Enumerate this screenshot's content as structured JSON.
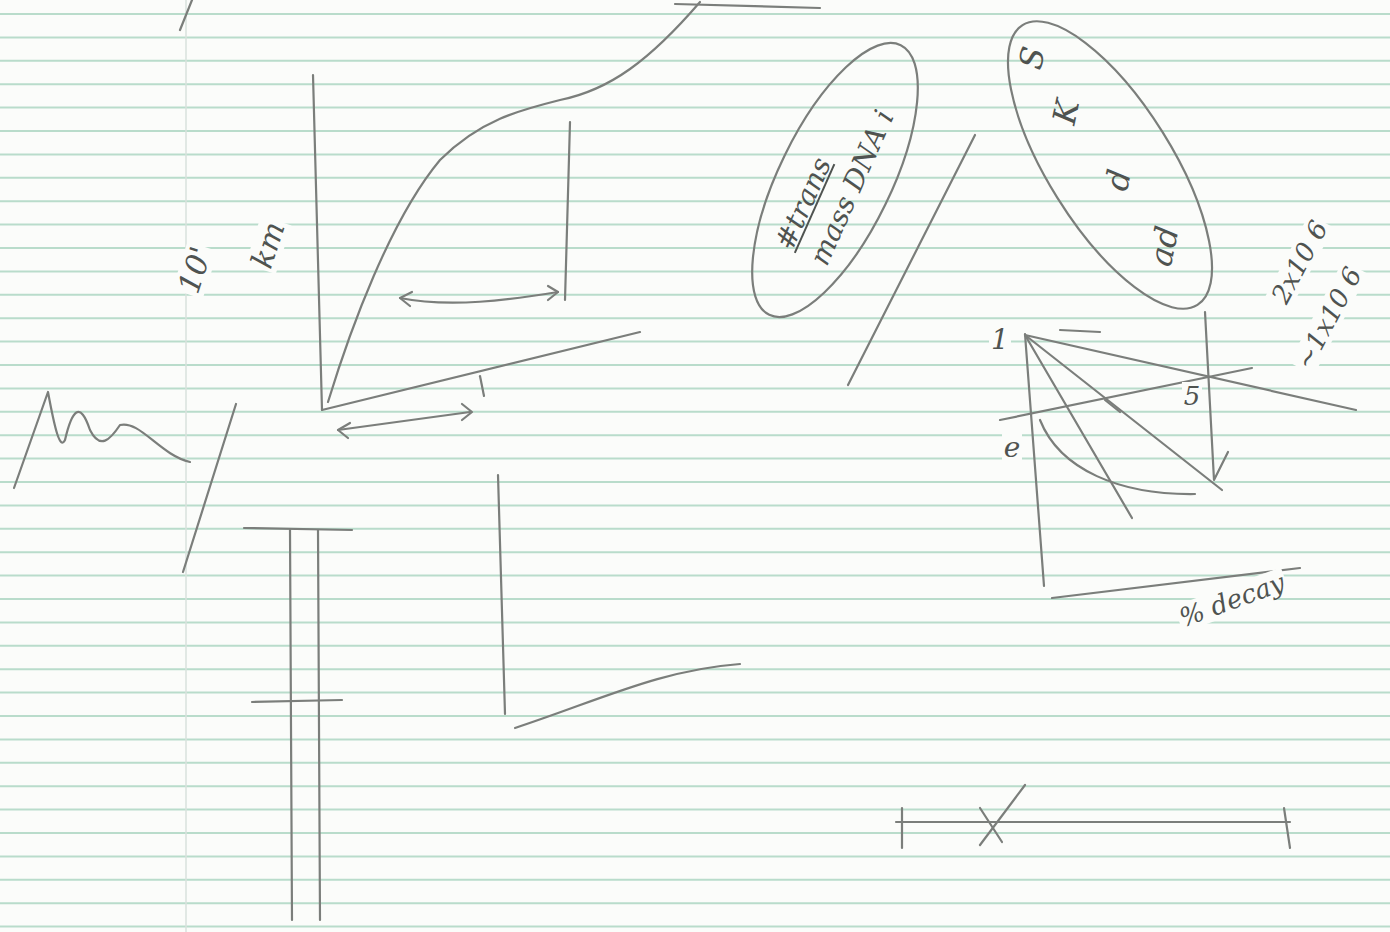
{
  "diagram": {
    "nodes": [
      {
        "text": [
          "#trans",
          "mass DNA i"
        ]
      },
      {
        "text": [
          "S",
          "K",
          "d",
          "ad"
        ]
      }
    ],
    "labels": [
      "10'",
      "km",
      "1",
      "e",
      "5",
      "2x10 6",
      "~1x10 6",
      "% decay"
    ]
  }
}
